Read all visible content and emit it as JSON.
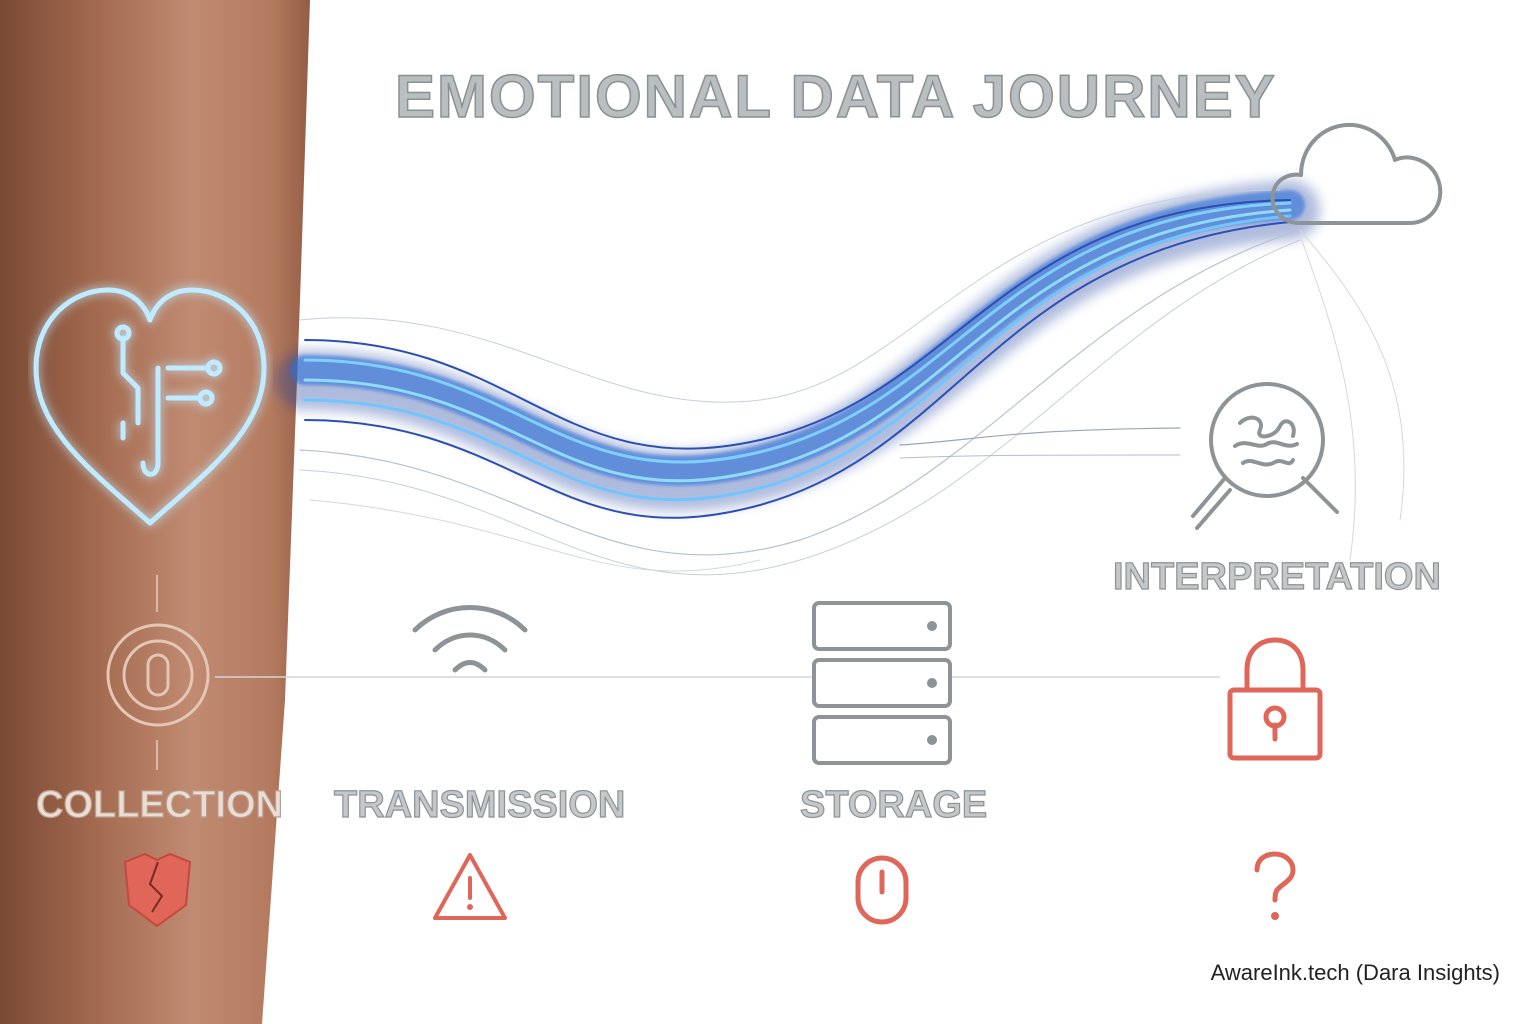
{
  "title": "EMOTIONAL DATA JOURNEY",
  "stages": {
    "collection": "COLLECTION",
    "transmission": "TRANSMISSION",
    "storage": "STORAGE",
    "interpretation": "INTERPRETATION"
  },
  "credit": "AwareInk.tech (Dara Insights)",
  "colors": {
    "stream": "#2f6fd8",
    "glow": "#7fd0ff",
    "risk": "#e0665a",
    "icon_gray": "#9aa0a3"
  },
  "icons": {
    "arm_tattoo": "heart-circuit-icon",
    "collection_node": "zero-ring-icon",
    "transmission": "wifi-icon",
    "storage": "server-stack-icon",
    "interpretation": "brain-magnifier-icon",
    "cloud": "cloud-icon",
    "lock": "padlock-icon",
    "collection_risk": "cracked-shield-icon",
    "transmission_risk": "warning-triangle-icon",
    "storage_risk": "zero-icon",
    "interpretation_risk": "question-icon"
  }
}
